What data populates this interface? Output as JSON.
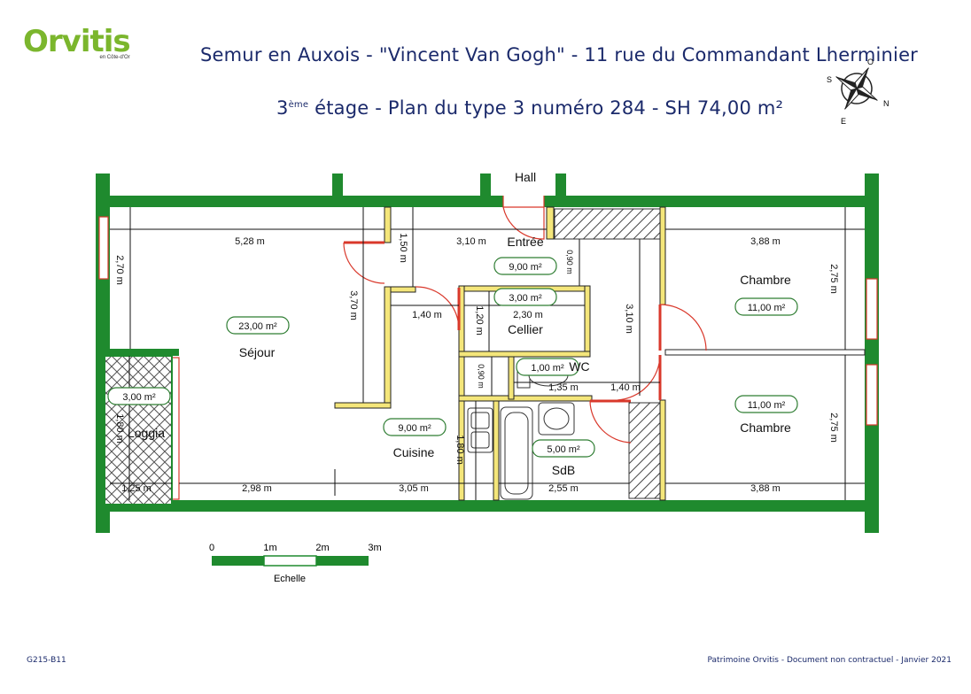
{
  "header": {
    "logo_text": "Orvitis",
    "logo_subtext": "en Côte-d'Or",
    "title_line1": "Semur en Auxois - \"Vincent Van Gogh\" - 11 rue du Commandant Lherminier",
    "title_line2_prefix": "3",
    "title_line2_sup": "ème",
    "title_line2_rest": " étage - Plan du type 3 numéro 284 - SH 74,00 m²"
  },
  "compass": {
    "labels": [
      "S",
      "O",
      "N",
      "E"
    ]
  },
  "colors": {
    "wall": "#1f8a2e",
    "title": "#1b2a6b",
    "door": "#d9382b",
    "partition": "#c8b400",
    "logo": "#7bb62d"
  },
  "rooms": [
    {
      "name": "Hall",
      "area": ""
    },
    {
      "name": "Entrée",
      "area": "9,00 m²"
    },
    {
      "name": "Cellier",
      "area": "3,00 m²"
    },
    {
      "name": "Séjour",
      "area": "23,00 m²"
    },
    {
      "name": "Loggia",
      "area": "3,00 m²"
    },
    {
      "name": "Cuisine",
      "area": "9,00 m²"
    },
    {
      "name": "WC",
      "area": "1,00 m²"
    },
    {
      "name": "SdB",
      "area": "5,00 m²"
    },
    {
      "name": "Chambre",
      "area": "11,00 m²"
    },
    {
      "name": "Chambre",
      "area": "11,00 m²"
    }
  ],
  "dimensions": [
    "5,28 m",
    "3,10 m",
    "3,88 m",
    "2,70 m",
    "1,50 m",
    "3,70 m",
    "0,90 m",
    "2,75 m",
    "1,40 m",
    "1,20 m",
    "2,30 m",
    "3,10 m",
    "0,90 m",
    "1,35 m",
    "1,40 m",
    "2,75 m",
    "1,80 m",
    "1,80 m",
    "1,25 m",
    "2,98 m",
    "3,05 m",
    "2,55 m",
    "3,88 m"
  ],
  "scale": {
    "ticks": [
      "0",
      "1m",
      "2m",
      "3m"
    ],
    "label": "Echelle"
  },
  "footer": {
    "left": "G215-B11",
    "right": "Patrimoine Orvitis - Document non contractuel - Janvier 2021"
  }
}
